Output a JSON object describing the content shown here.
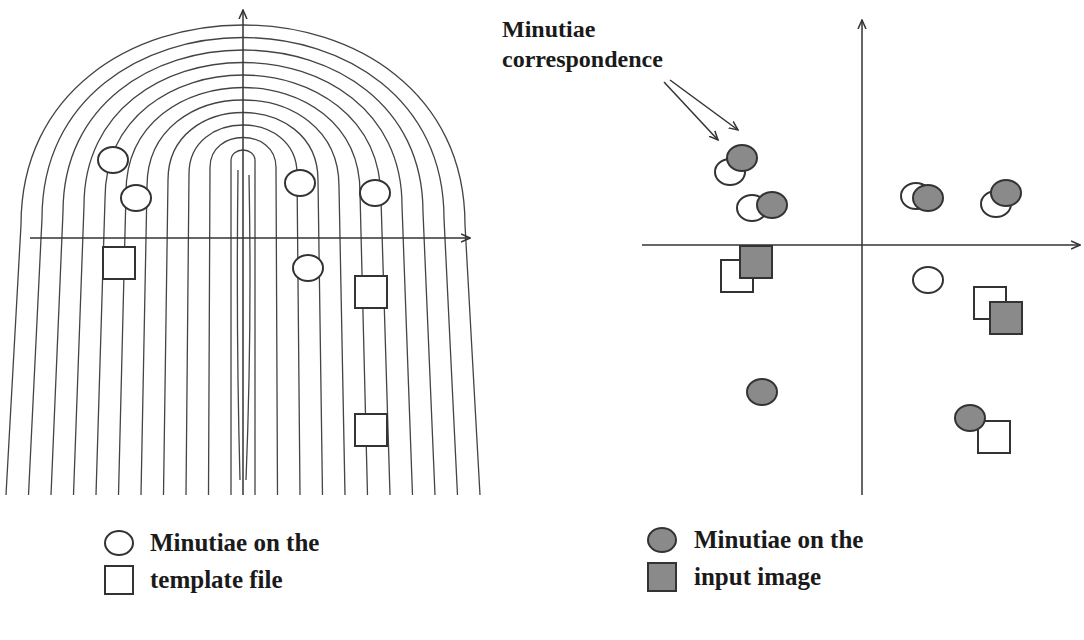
{
  "diagram": {
    "labels": [
      "Minutiae correspondence"
    ],
    "legend": [
      {
        "text": "Minutiae on the template file"
      },
      {
        "text": "Minutiae on the input image"
      }
    ]
  }
}
